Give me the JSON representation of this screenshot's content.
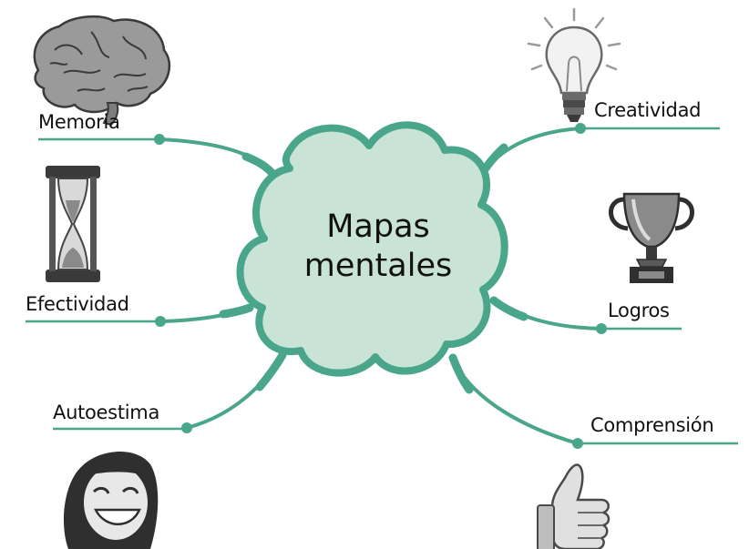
{
  "title": {
    "line1": "Mapas",
    "line2": "mentales"
  },
  "branches": [
    {
      "label": "Memoria",
      "icon": "brain-icon"
    },
    {
      "label": "Efectividad",
      "icon": "hourglass-icon"
    },
    {
      "label": "Autoestima",
      "icon": "smiling-face-icon"
    },
    {
      "label": "Creatividad",
      "icon": "lightbulb-icon"
    },
    {
      "label": "Logros",
      "icon": "trophy-icon"
    },
    {
      "label": "Comprensión",
      "icon": "thumbs-up-icon"
    }
  ],
  "colors": {
    "branch": "#4aa68a",
    "cloud_fill": "#c9e3d7",
    "cloud_stroke": "#4aa68a",
    "text": "#111111"
  }
}
